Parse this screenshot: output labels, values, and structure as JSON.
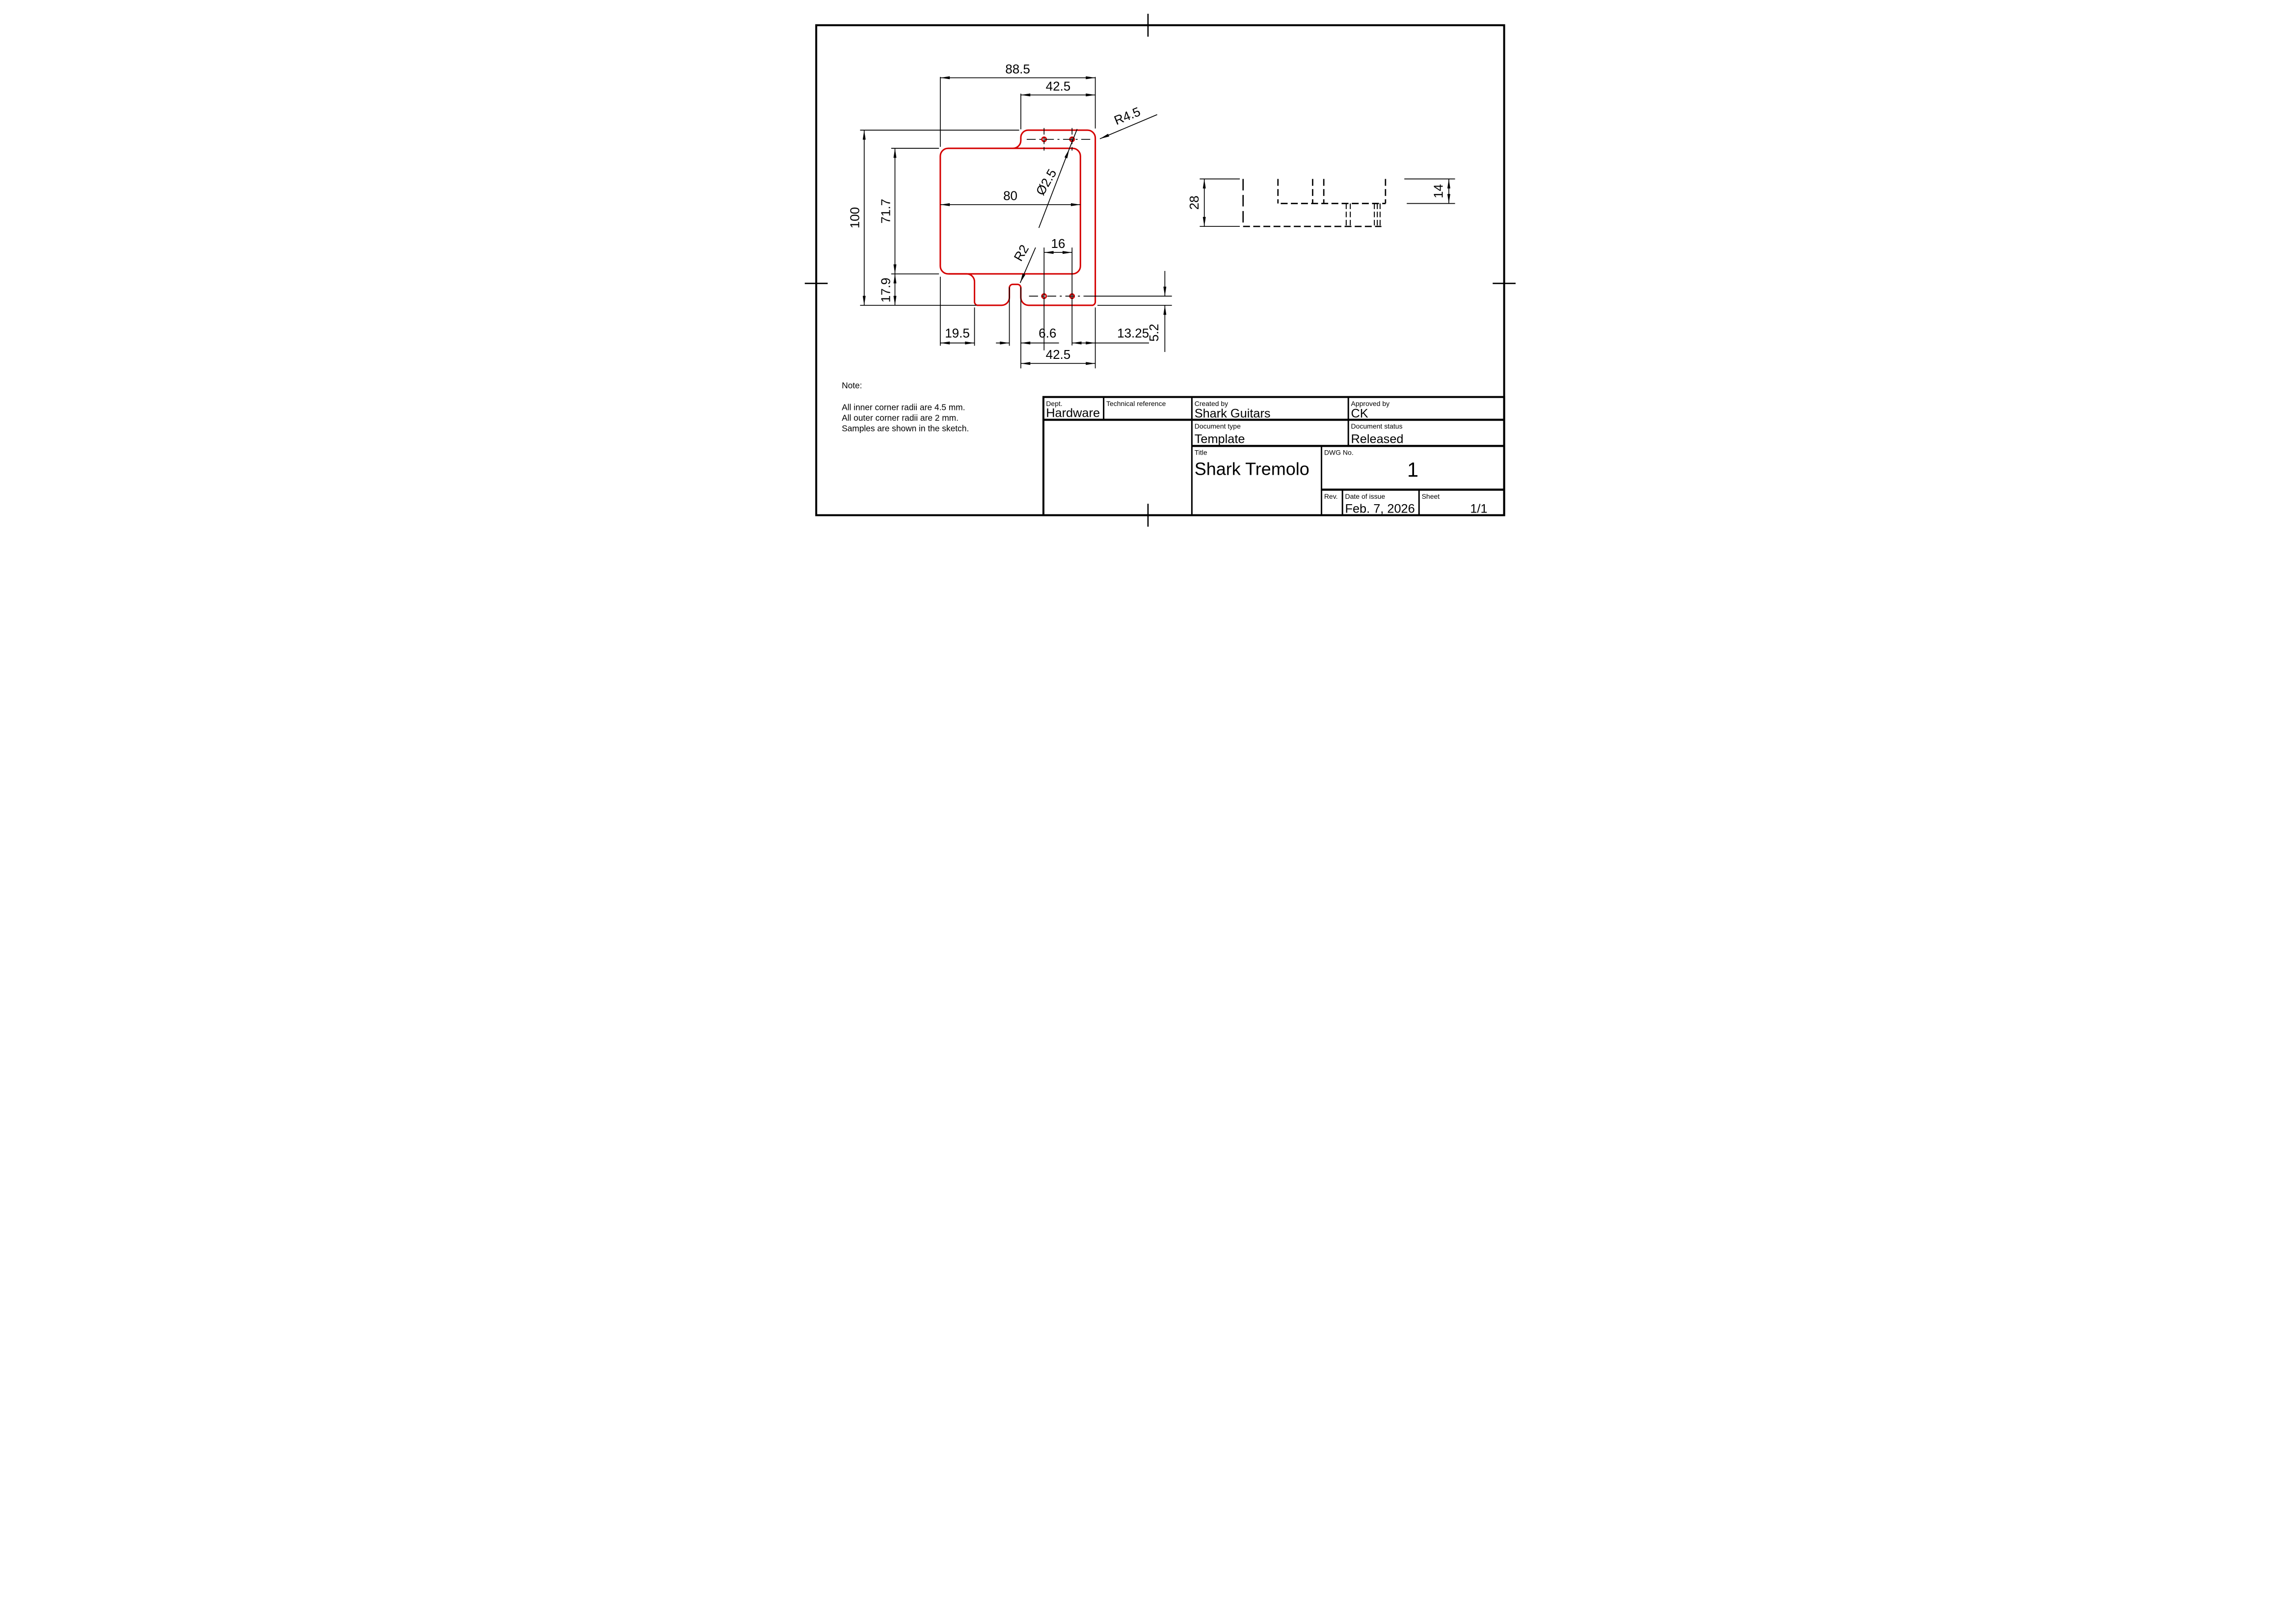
{
  "colors": {
    "line_red": "#d40000",
    "line_black": "#000000",
    "paper": "#ffffff"
  },
  "front_view": {
    "dim_total_width": "88.5",
    "dim_tab_width": "42.5",
    "radius_outer_corner": "R4.5",
    "hole_diameter": "Ø2.5",
    "dim_pocket_width": "80",
    "dim_total_height": "100",
    "dim_pocket_height": "71.7",
    "dim_bottom_strip_height": "17.9",
    "dim_hole_spacing": "16",
    "radius_notch": "R2",
    "dim_strip_offset": "19.5",
    "dim_notch_width": "6.6",
    "dim_hole_to_edge": "13.25",
    "dim_bottom_span": "42.5",
    "dim_hole_to_bottom": "5.2"
  },
  "side_view": {
    "dim_thickness": "28",
    "dim_step_thickness": "14"
  },
  "note": {
    "heading": "Note:",
    "lines": [
      "All inner corner radii are 4.5 mm.",
      "All outer corner radii are 2 mm.",
      "Samples are shown in the sketch."
    ]
  },
  "title_block": {
    "dept": {
      "label": "Dept.",
      "value": "Hardware"
    },
    "technical_reference": {
      "label": "Technical reference",
      "value": ""
    },
    "created_by": {
      "label": "Created by",
      "value": "Shark Guitars"
    },
    "approved_by": {
      "label": "Approved by",
      "value": "CK"
    },
    "document_type": {
      "label": "Document type",
      "value": "Template"
    },
    "document_status": {
      "label": "Document status",
      "value": "Released"
    },
    "title": {
      "label": "Title",
      "value": "Shark Tremolo"
    },
    "dwg_no": {
      "label": "DWG No.",
      "value": "1"
    },
    "rev": {
      "label": "Rev.",
      "value": ""
    },
    "date_of_issue": {
      "label": "Date of issue",
      "value": "Feb. 7, 2026"
    },
    "sheet": {
      "label": "Sheet",
      "value": "1/1"
    }
  }
}
